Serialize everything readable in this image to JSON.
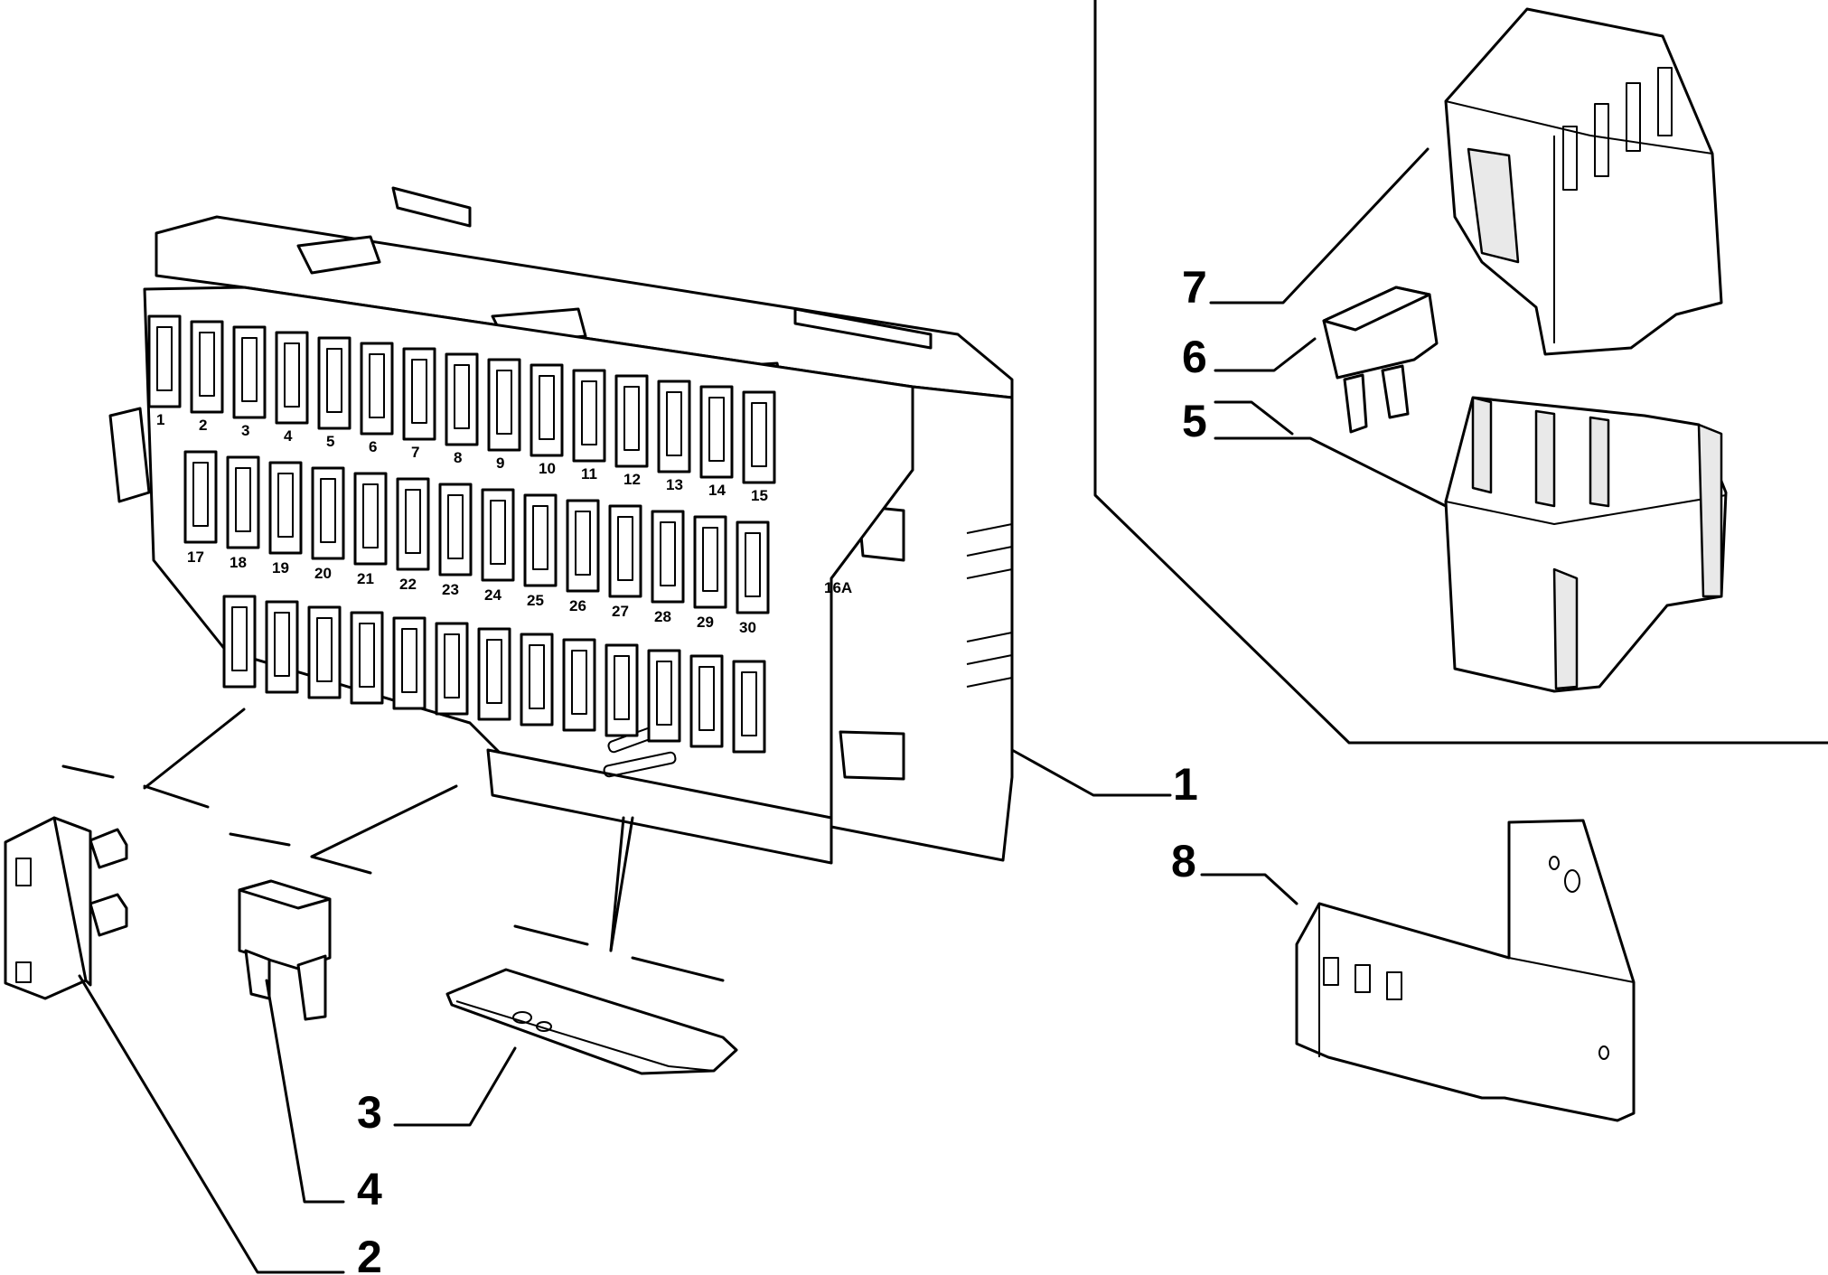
{
  "diagram": {
    "callouts": [
      {
        "id": "1",
        "label": "1"
      },
      {
        "id": "2",
        "label": "2"
      },
      {
        "id": "3",
        "label": "3"
      },
      {
        "id": "4",
        "label": "4"
      },
      {
        "id": "5",
        "label": "5"
      },
      {
        "id": "6",
        "label": "6"
      },
      {
        "id": "7",
        "label": "7"
      },
      {
        "id": "8",
        "label": "8"
      }
    ],
    "fuse_numbers": {
      "row_top": [
        "1",
        "2",
        "3",
        "4",
        "5",
        "6",
        "7",
        "8",
        "9",
        "10",
        "11",
        "12",
        "13",
        "14",
        "15"
      ],
      "row_mid": [
        "17",
        "18",
        "19",
        "20",
        "21",
        "22",
        "23",
        "24",
        "25",
        "26",
        "27",
        "28",
        "29",
        "30"
      ],
      "extra": "16A"
    }
  }
}
